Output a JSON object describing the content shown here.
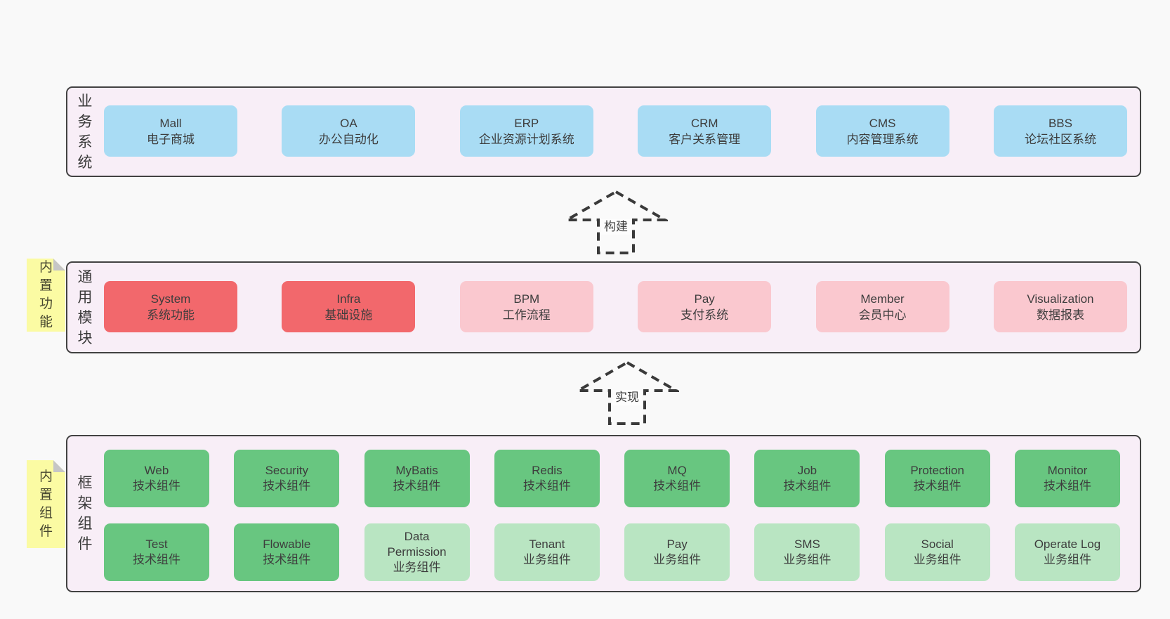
{
  "colors": {
    "page_background": "#f9f9f9",
    "band_background": "#f8eef7",
    "band_border": "#424242",
    "business_box": "#a9dcf4",
    "core_module_box": "#f2686c",
    "optional_module_box": "#fac8cf",
    "tech_component_box": "#68c680",
    "biz_component_box": "#b9e5c2",
    "note_background": "#fbfba3",
    "text": "#3d3d3d"
  },
  "arrows": {
    "build": {
      "label": "构建"
    },
    "implement": {
      "label": "实现"
    }
  },
  "bands": {
    "business": {
      "label": "业务系统",
      "boxes": [
        {
          "title": "Mall",
          "subtitle": "电子商城"
        },
        {
          "title": "OA",
          "subtitle": "办公自动化"
        },
        {
          "title": "ERP",
          "subtitle": "企业资源计划系统"
        },
        {
          "title": "CRM",
          "subtitle": "客户关系管理"
        },
        {
          "title": "CMS",
          "subtitle": "内容管理系统"
        },
        {
          "title": "BBS",
          "subtitle": "论坛社区系统"
        }
      ]
    },
    "modules": {
      "label": "通用模块",
      "note": "内置功能",
      "boxes": [
        {
          "title": "System",
          "subtitle": "系统功能"
        },
        {
          "title": "Infra",
          "subtitle": "基础设施"
        },
        {
          "title": "BPM",
          "subtitle": "工作流程"
        },
        {
          "title": "Pay",
          "subtitle": "支付系统"
        },
        {
          "title": "Member",
          "subtitle": "会员中心"
        },
        {
          "title": "Visualization",
          "subtitle": "数据报表"
        }
      ]
    },
    "components": {
      "label": "框架组件",
      "note": "内置组件",
      "rows": [
        [
          {
            "title": "Web",
            "subtitle": "技术组件"
          },
          {
            "title": "Security",
            "subtitle": "技术组件"
          },
          {
            "title": "MyBatis",
            "subtitle": "技术组件"
          },
          {
            "title": "Redis",
            "subtitle": "技术组件"
          },
          {
            "title": "MQ",
            "subtitle": "技术组件"
          },
          {
            "title": "Job",
            "subtitle": "技术组件"
          },
          {
            "title": "Protection",
            "subtitle": "技术组件"
          },
          {
            "title": "Monitor",
            "subtitle": "技术组件"
          }
        ],
        [
          {
            "title": "Test",
            "subtitle": "技术组件"
          },
          {
            "title": "Flowable",
            "subtitle": "技术组件"
          },
          {
            "title": "Data Permission",
            "subtitle": "业务组件"
          },
          {
            "title": "Tenant",
            "subtitle": "业务组件"
          },
          {
            "title": "Pay",
            "subtitle": "业务组件"
          },
          {
            "title": "SMS",
            "subtitle": "业务组件"
          },
          {
            "title": "Social",
            "subtitle": "业务组件"
          },
          {
            "title": "Operate Log",
            "subtitle": "业务组件"
          }
        ]
      ]
    }
  }
}
